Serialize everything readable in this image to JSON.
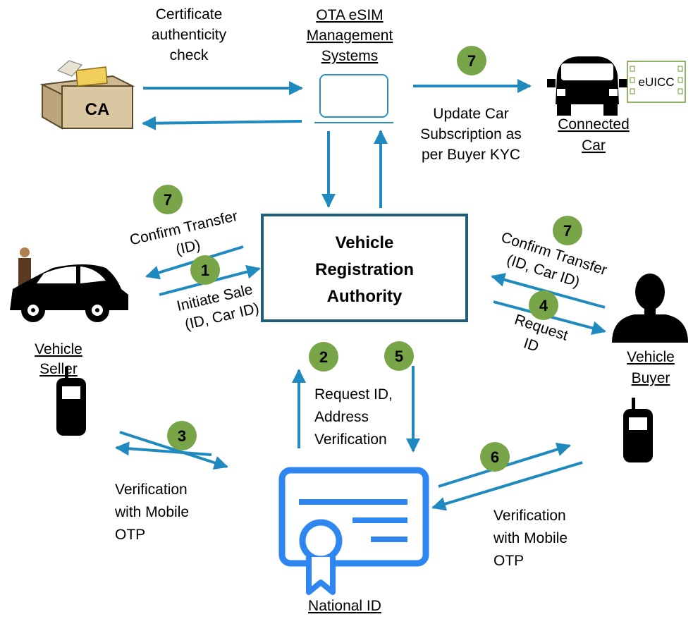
{
  "entities": {
    "ota": [
      "OTA eSIM",
      "Management",
      "Systems"
    ],
    "ca": "CA",
    "connected_car": [
      "Connected",
      "Car"
    ],
    "euicc": "eUICC",
    "vra": [
      "Vehicle",
      "Registration",
      "Authority"
    ],
    "seller": [
      "Vehicle",
      "Seller"
    ],
    "buyer": [
      "Vehicle",
      "Buyer"
    ],
    "national_id": "National ID"
  },
  "labels": {
    "cert_check": [
      "Certificate",
      "authenticity",
      "check"
    ],
    "update_car": [
      "Update Car",
      "Subscription as",
      "per Buyer KYC"
    ],
    "confirm_seller": [
      "Confirm Transfer",
      "(ID)"
    ],
    "initiate_sale": [
      "Initiate Sale",
      "(ID, Car ID)"
    ],
    "confirm_buyer": [
      "Confirm Transfer",
      "(ID, Car ID)"
    ],
    "request_id": [
      "Request",
      "ID"
    ],
    "request_addr": [
      "Request ID,",
      "Address",
      "Verification"
    ],
    "verif_seller": [
      "Verification",
      "with Mobile",
      "OTP"
    ],
    "verif_buyer": [
      "Verification",
      "with Mobile",
      "OTP"
    ]
  },
  "steps": {
    "ota_car": "7",
    "confirm_seller": "7",
    "initiate": "1",
    "confirm_buyer": "7",
    "request": "4",
    "vra_nid": "2",
    "nid_vra": "5",
    "seller_otp": "3",
    "buyer_otp": "6"
  },
  "colors": {
    "arrow": "#1f8ac0",
    "badge": "#77a548",
    "vra_border": "#1f5f78",
    "national_id_icon": "#2f86f0",
    "laptop": "#2a8fc4",
    "ca_desk": "#d7c4a0"
  }
}
